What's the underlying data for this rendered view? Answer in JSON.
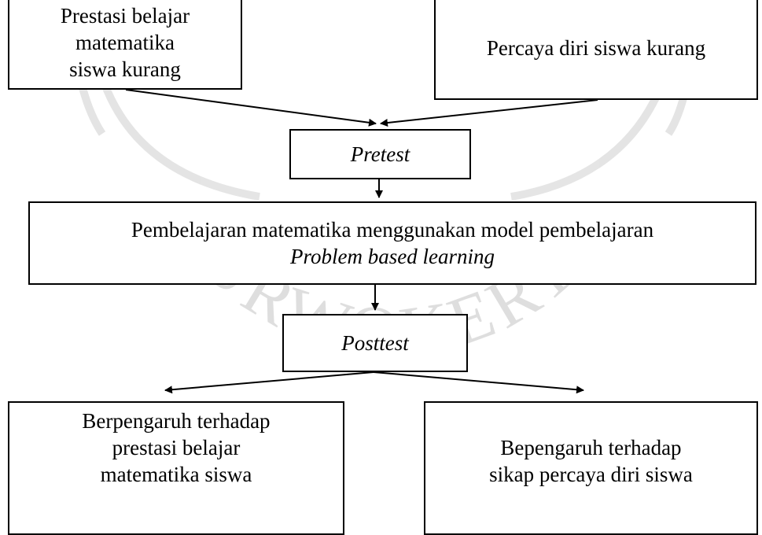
{
  "nodes": {
    "problem_left": {
      "line1": "Prestasi belajar matematika",
      "line2": "siswa kurang"
    },
    "problem_right": {
      "text": "Percaya diri siswa kurang"
    },
    "pretest": {
      "text": "Pretest"
    },
    "treatment": {
      "line1": "Pembelajaran matematika menggunakan model pembelajaran",
      "line2": "Problem based learning"
    },
    "posttest": {
      "text": "Posttest"
    },
    "result_left": {
      "line1": "Berpengaruh terhadap",
      "line2": "prestasi belajar",
      "line3": "matematika siswa"
    },
    "result_right": {
      "line1": "Bepengaruh terhadap",
      "line2": "sikap percaya diri siswa"
    }
  },
  "watermark": {
    "text": "PURWOKERTO"
  }
}
